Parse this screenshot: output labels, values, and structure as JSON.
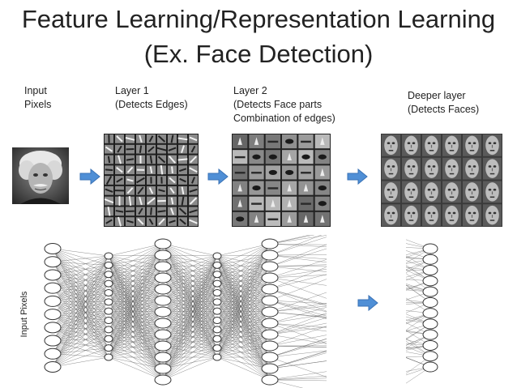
{
  "title_line1": "Feature Learning/Representation Learning",
  "title_line2": "(Ex. Face Detection)",
  "labels": {
    "input": [
      "Input",
      "Pixels"
    ],
    "layer1": [
      "Layer 1",
      "(Detects Edges)"
    ],
    "layer2": [
      "Layer 2",
      "(Detects Face parts",
      "Combination of edges)"
    ],
    "deeper": [
      "Deeper layer",
      "(Detects Faces)"
    ]
  },
  "side_label": "Input Pixels",
  "colors": {
    "arrow": "#4f8fd6",
    "arrow_edge": "#3a72b5",
    "node_stroke": "#333333",
    "edge": "#555555"
  },
  "icons": [
    "portrait-photo",
    "edge-filter-grid",
    "face-part-grid",
    "face-grid",
    "right-arrow-icon"
  ]
}
